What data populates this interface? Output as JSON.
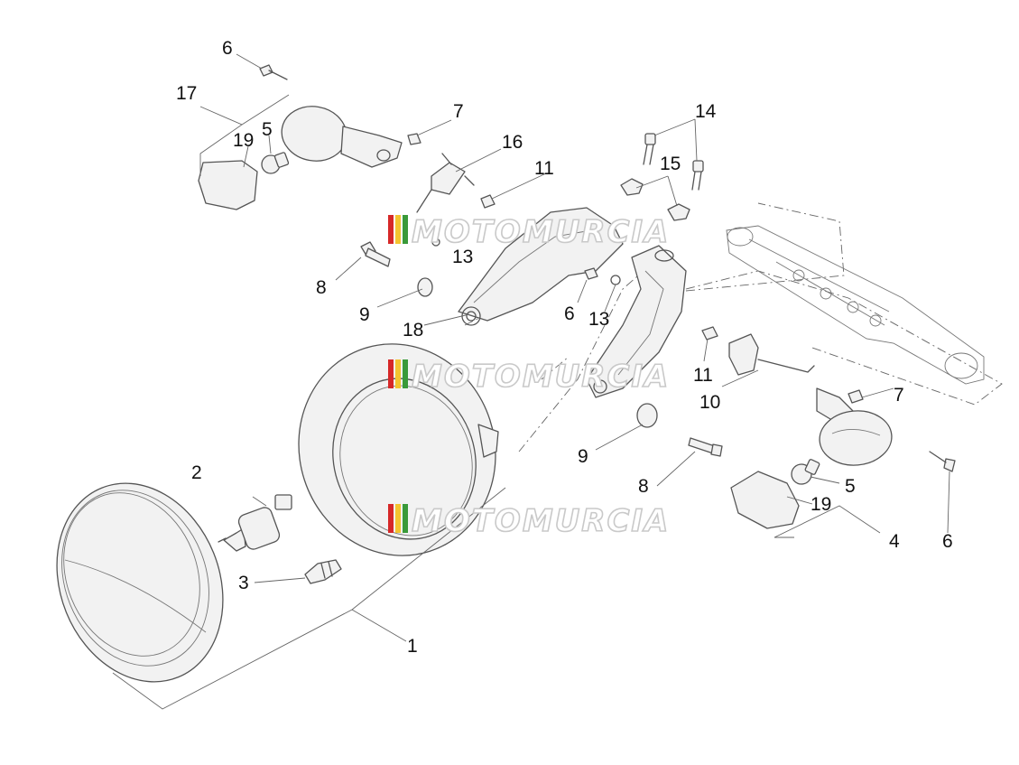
{
  "watermark": {
    "text": "MOTOMURCIA",
    "colors": [
      "#d62828",
      "#f4c430",
      "#3a9a3a"
    ]
  },
  "callouts": [
    {
      "id": "c1",
      "text": "1"
    },
    {
      "id": "c2",
      "text": "2"
    },
    {
      "id": "c3",
      "text": "3"
    },
    {
      "id": "c4",
      "text": "4"
    },
    {
      "id": "c5a",
      "text": "5"
    },
    {
      "id": "c5b",
      "text": "5"
    },
    {
      "id": "c6a",
      "text": "6"
    },
    {
      "id": "c6b",
      "text": "6"
    },
    {
      "id": "c6c",
      "text": "6"
    },
    {
      "id": "c7a",
      "text": "7"
    },
    {
      "id": "c7b",
      "text": "7"
    },
    {
      "id": "c8a",
      "text": "8"
    },
    {
      "id": "c8b",
      "text": "8"
    },
    {
      "id": "c9a",
      "text": "9"
    },
    {
      "id": "c9b",
      "text": "9"
    },
    {
      "id": "c10",
      "text": "10"
    },
    {
      "id": "c11a",
      "text": "11"
    },
    {
      "id": "c11b",
      "text": "11"
    },
    {
      "id": "c13a",
      "text": "13"
    },
    {
      "id": "c13b",
      "text": "13"
    },
    {
      "id": "c14",
      "text": "14"
    },
    {
      "id": "c15",
      "text": "15"
    },
    {
      "id": "c16",
      "text": "16"
    },
    {
      "id": "c17",
      "text": "17"
    },
    {
      "id": "c18",
      "text": "18"
    },
    {
      "id": "c19a",
      "text": "19"
    },
    {
      "id": "c19b",
      "text": "19"
    }
  ]
}
